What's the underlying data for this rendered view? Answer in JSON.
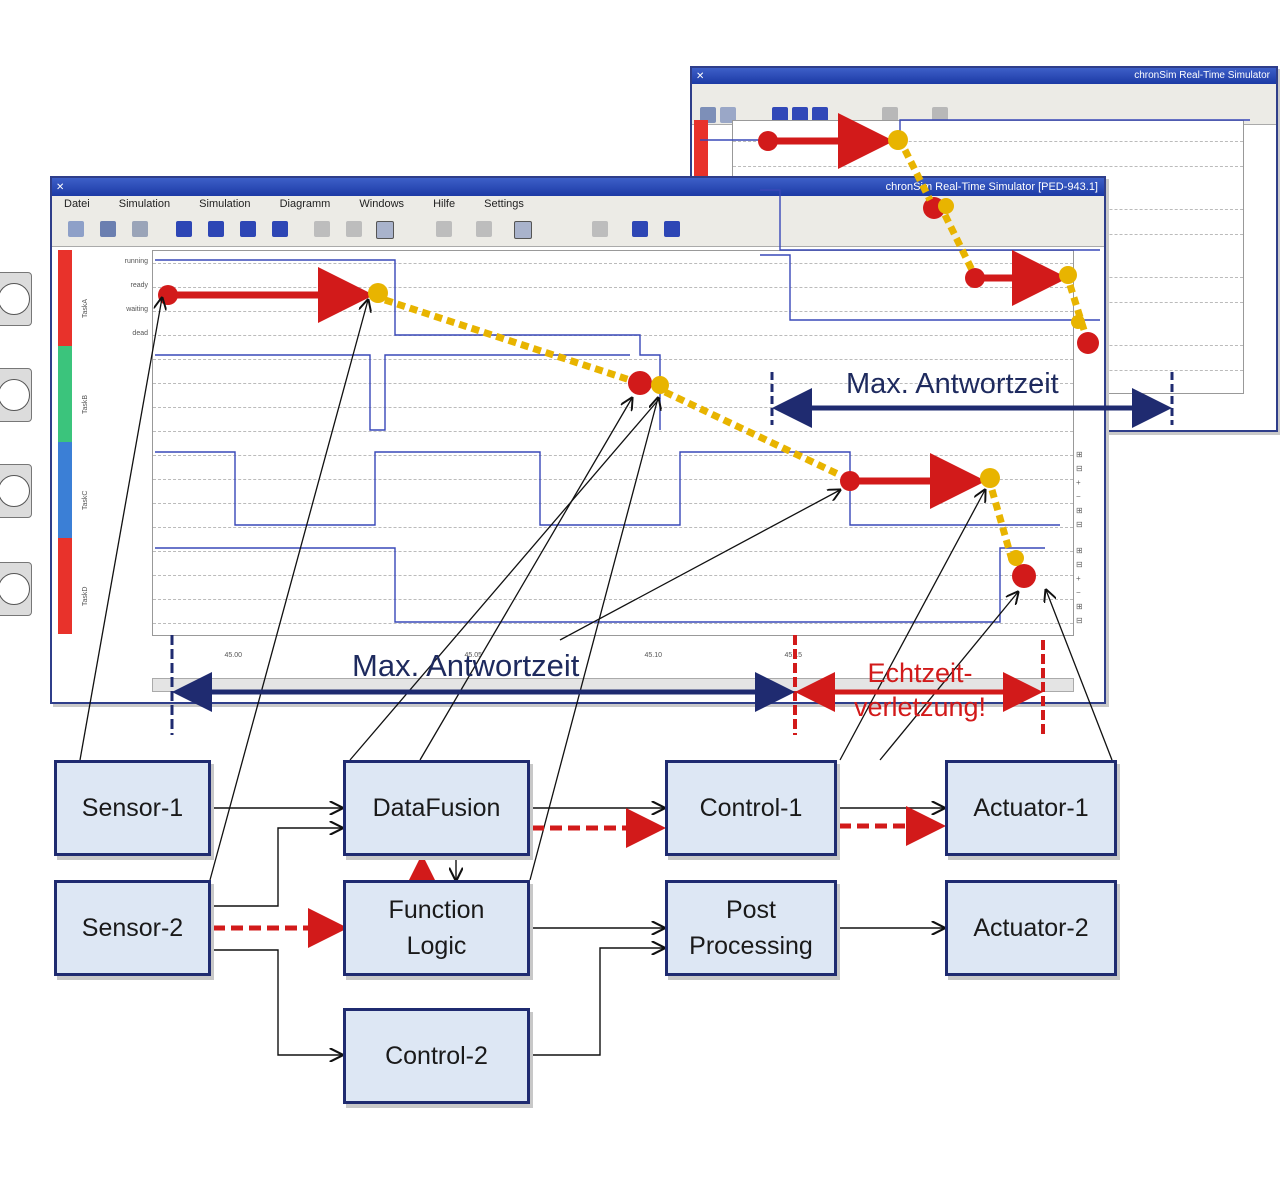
{
  "main_window": {
    "title": "chronSim Real-Time Simulator [PED-943.1]",
    "menu": [
      "Datei",
      "Simulation",
      "Simulation",
      "Diagramm",
      "Windows",
      "Hilfe",
      "Settings"
    ],
    "channel_labels": [
      "TaskA",
      "TaskB",
      "TaskC",
      "TaskD"
    ],
    "state_labels": [
      "running",
      "ready",
      "waiting",
      "dead"
    ],
    "timeline_ticks": [
      "45.00",
      "45.05",
      "45.10",
      "45.15"
    ]
  },
  "inset_window": {
    "title": "chronSim Real-Time Simulator"
  },
  "annotations": {
    "max_response_main": "Max. Antwortzeit",
    "max_response_inset": "Max. Antwortzeit",
    "violation": "Echtzeit-\nverletzung!"
  },
  "nodes": {
    "sensor1": "Sensor-1",
    "sensor2": "Sensor-2",
    "datafusion": "DataFusion",
    "function_logic": "Function\nLogic",
    "control2": "Control-2",
    "control1": "Control-1",
    "post_processing": "Post\nProcessing",
    "actuator1": "Actuator-1",
    "actuator2": "Actuator-2"
  },
  "colors": {
    "accent_red": "#d21a1a",
    "accent_blue": "#1f2b70",
    "accent_yellow": "#e8b400",
    "channel_red": "#e8322b",
    "channel_green": "#3bc47c",
    "channel_blue": "#3b7fd6"
  }
}
